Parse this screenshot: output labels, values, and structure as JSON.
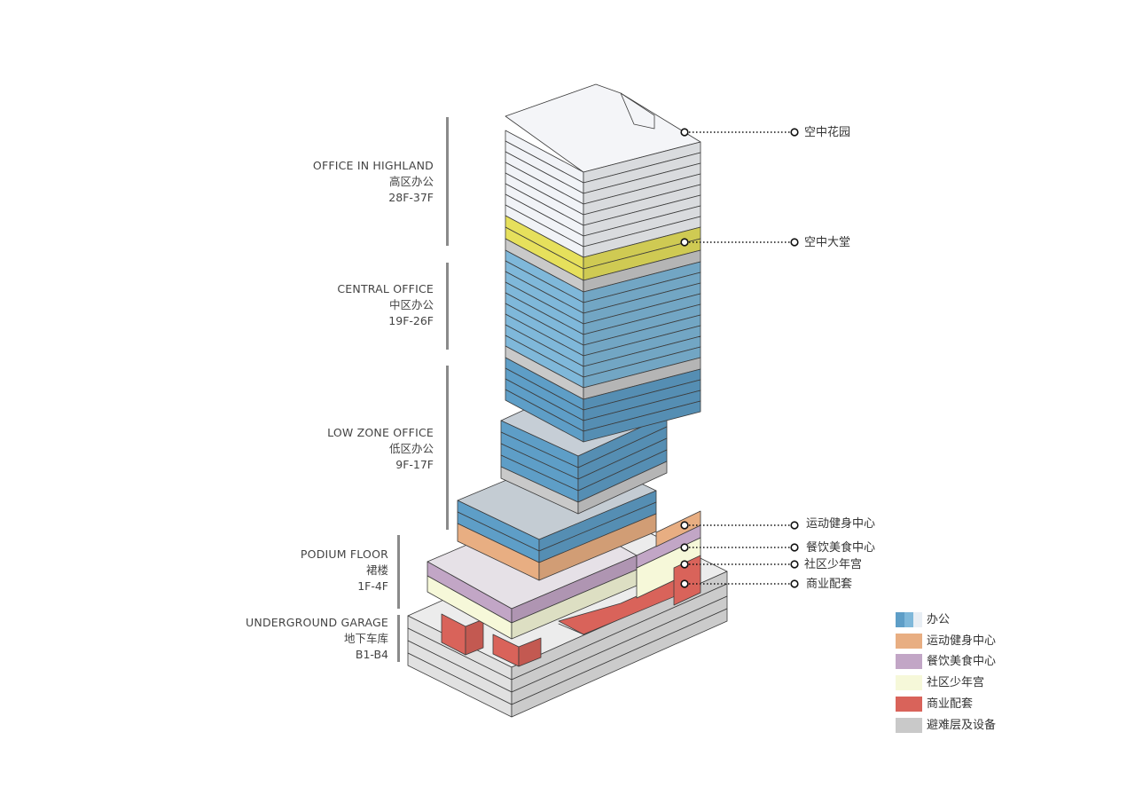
{
  "zones": [
    {
      "en": "OFFICE IN HIGHLAND",
      "cn": "高区办公",
      "floors": "28F-37F"
    },
    {
      "en": "CENTRAL OFFICE",
      "cn": "中区办公",
      "floors": "19F-26F"
    },
    {
      "en": "LOW ZONE OFFICE",
      "cn": "低区办公",
      "floors": "9F-17F"
    },
    {
      "en": "PODIUM FLOOR",
      "cn": "裙楼",
      "floors": "1F-4F"
    },
    {
      "en": "UNDERGROUND GARAGE",
      "cn": "地下车库",
      "floors": "B1-B4"
    }
  ],
  "callouts": [
    "空中花园",
    "空中大堂",
    "运动健身中心",
    "餐饮美食中心",
    "社区少年宫",
    "商业配套"
  ],
  "legend": [
    {
      "label": "办公",
      "colors": [
        "#5e9ec7",
        "#7fb8da",
        "#e8eef4"
      ]
    },
    {
      "label": "运动健身中心",
      "colors": [
        "#e8ae82"
      ]
    },
    {
      "label": "餐饮美食中心",
      "colors": [
        "#c2a6c6"
      ]
    },
    {
      "label": "社区少年宫",
      "colors": [
        "#f6f8d9"
      ]
    },
    {
      "label": "商业配套",
      "colors": [
        "#d9635a"
      ]
    },
    {
      "label": "避难层及设备",
      "colors": [
        "#c9c9c9"
      ]
    }
  ],
  "colors": {
    "office_high": "#f1f3f7",
    "office_central": "#7fb8da",
    "office_low": "#5e9ec7",
    "sky_lobby": "#e6e05c",
    "refuge": "#c9c9c9",
    "fitness": "#e8ae82",
    "dining": "#c2a6c6",
    "youth": "#f6f8d9",
    "retail": "#d9635a",
    "garage": "#e3e3e3"
  }
}
